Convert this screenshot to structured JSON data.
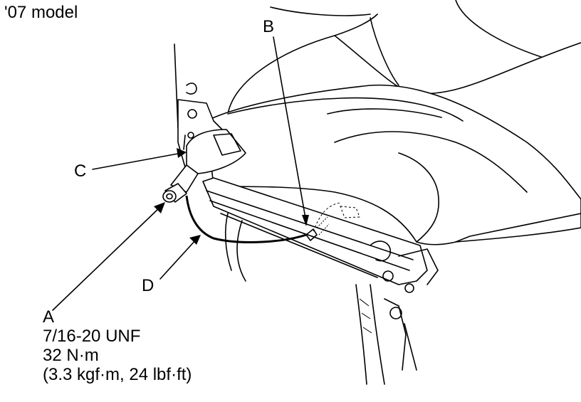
{
  "title": "'07 model",
  "callouts": {
    "a": "A",
    "b": "B",
    "c": "C",
    "d": "D"
  },
  "torque_spec": {
    "thread": "7/16-20 UNF",
    "torque_nm": "32 N·m",
    "torque_alt": "(3.3 kgf·m, 24 lbf·ft)"
  }
}
